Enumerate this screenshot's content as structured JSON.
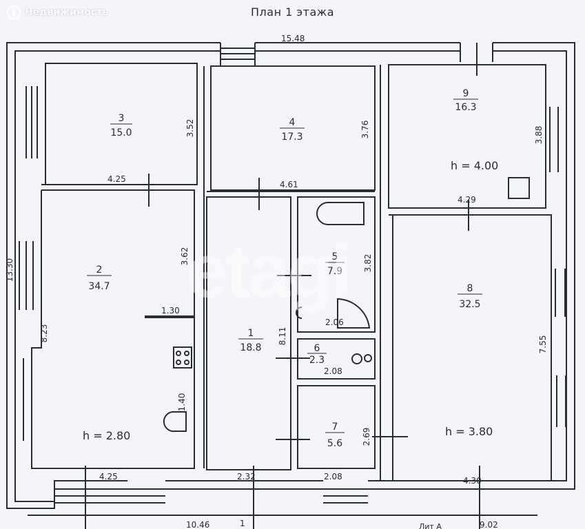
{
  "watermark": {
    "text": "Недвижимость",
    "logo_icon": "yandex-logo-icon"
  },
  "title": "План 1 этажа",
  "rooms": [
    {
      "number": "3",
      "area": "15.0"
    },
    {
      "number": "4",
      "area": "17.3"
    },
    {
      "number": "9",
      "area": "16.3"
    },
    {
      "number": "2",
      "area": "34.7"
    },
    {
      "number": "1",
      "area": "18.8"
    },
    {
      "number": "5",
      "area": "7.9"
    },
    {
      "number": "6",
      "area": "2.3"
    },
    {
      "number": "7",
      "area": "5.6"
    },
    {
      "number": "8",
      "area": "32.5"
    }
  ],
  "heights": [
    "h = 4.00",
    "h = 2.80",
    "h = 3.80"
  ],
  "dimensions": [
    "15.48",
    "13.30",
    "3.52",
    "4.25",
    "3.76",
    "4.61",
    "3.88",
    "4.29",
    "3.62",
    "8.23",
    "1.30",
    "8.11",
    "3.82",
    "2.06",
    "2.08",
    "1.40",
    "2.69",
    "7.55",
    "4.25",
    "2.32",
    "2.08",
    "4.30",
    "10.46",
    "1",
    "9.02",
    "Лит А"
  ],
  "colors": {
    "background": "#f4f5f8",
    "line": "#2a2c33"
  }
}
